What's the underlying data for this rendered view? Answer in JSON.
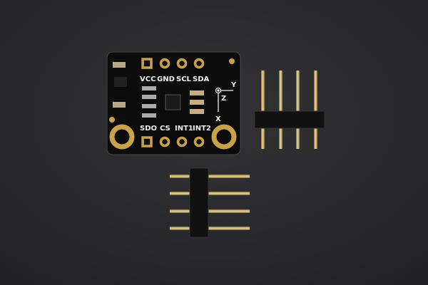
{
  "board": {
    "top_labels": [
      "VCC",
      "GND",
      "SCL",
      "SDA"
    ],
    "bottom_labels": [
      "SDO",
      "CS",
      "INT1",
      "INT2"
    ],
    "axis_labels": {
      "y": "Y",
      "z": "Z",
      "x": "X"
    }
  },
  "colors": {
    "background": "#2b2b2d",
    "pcb": "#0c0c0d",
    "gold": "#c9a24a",
    "header_plastic": "#111111"
  }
}
